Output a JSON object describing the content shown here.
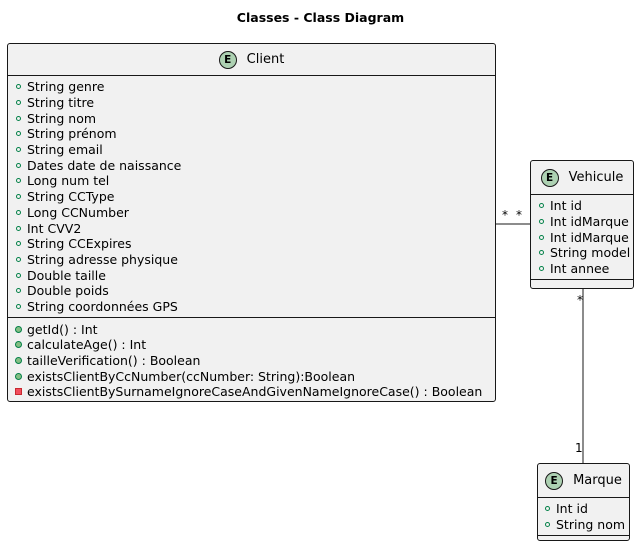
{
  "title": "Classes - Class Diagram",
  "entities": {
    "client": {
      "stereotype": "E",
      "name": "Client",
      "fields": [
        "String genre",
        "String titre",
        "String nom",
        "String prénom",
        "String email",
        "Dates date de naissance",
        "Long num tel",
        "String CCType",
        "Long CCNumber",
        "Int CVV2",
        "String CCExpires",
        "String adresse physique",
        "Double taille",
        "Double poids",
        "String coordonnées GPS"
      ],
      "methods": [
        "getId() : Int",
        "calculateAge() : Int",
        "tailleVerification() : Boolean",
        "existsClientByCcNumber(ccNumber: String):Boolean",
        "existsClientBySurnameIgnoreCaseAndGivenNameIgnoreCase() : Boolean"
      ]
    },
    "vehicule": {
      "stereotype": "E",
      "name": "Vehicule",
      "fields": [
        "Int id",
        "Int idMarque",
        "Int idMarque",
        "String model",
        "Int annee"
      ]
    },
    "marque": {
      "stereotype": "E",
      "name": "Marque",
      "fields": [
        "Int id",
        "String nom"
      ]
    }
  },
  "relations": {
    "client_vehicule": {
      "from_mult": "*",
      "to_mult": "*"
    },
    "vehicule_marque": {
      "from_mult": "*",
      "to_mult": "1"
    }
  },
  "colors": {
    "entity_fill": "#F1F1F1",
    "border": "#181818",
    "badge": "#ADD1B2",
    "public_field": "#038048",
    "public_method": "#84BE84",
    "private_method": "#F24D5C"
  }
}
